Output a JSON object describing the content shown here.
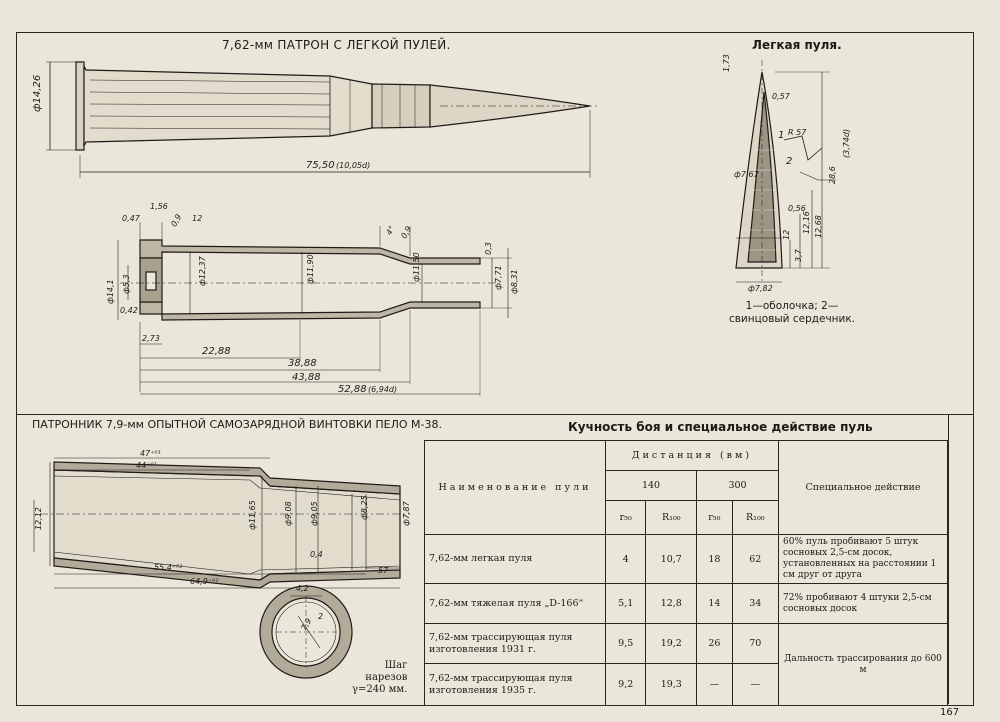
{
  "titles": {
    "cartridge": "7,62-мм ПАТРОН С ЛЕГКОЙ ПУЛЕЙ.",
    "light_bullet": "Легкая пуля.",
    "chamber": "ПАТРОННИК 7,9-мм ОПЫТНОЙ САМОЗАРЯДНОЙ ВИНТОВКИ ПЕЛО М-38.",
    "table": "Кучность боя и специальное действие пуль"
  },
  "bullet_legend": "1—оболочка; 2—свинцовый сердечник.",
  "pitch": {
    "line1": "Шаг",
    "line2": "нарезов",
    "line3": "γ=240 мм."
  },
  "page_number": "167",
  "cartridge_dims": {
    "d1426": "ф14,26",
    "l7550": "75,50",
    "l7550_note": "(10,05d)"
  },
  "case_dims": {
    "d156": "1,56",
    "d047": "0,47",
    "d09": "0,9",
    "d12": "12",
    "d4": "4°",
    "d09b": "0,9",
    "d1237": "ф12,37",
    "d1190": "ф11,90",
    "d1150": "ф11,50",
    "d771": "ф7,71",
    "d831": "ф8,31",
    "d03": "0,3",
    "d141": "ф14,1",
    "d53": "ф5,3",
    "d042": "0,42",
    "d273": "2,73",
    "l2288": "22,88",
    "l3888": "38,88",
    "l4388": "43,88",
    "l5288": "52,88",
    "l5288_note": "(6,94d)"
  },
  "bullet_dims": {
    "d173": "1,73",
    "d057": "0,57",
    "r57": "R 57",
    "n1": "1",
    "n2": "2",
    "d767": "ф7,67",
    "l286": "28,6",
    "l286_note": "(3,74d)",
    "d056": "0,56",
    "d1216": "12,16",
    "d1268": "12,68",
    "d12": "12",
    "d37": "3,7",
    "d782": "ф7,82"
  },
  "chamber_dims": {
    "l47": "47⁺⁰¹",
    "l44": "44⁺⁰¹",
    "d12": "12,12",
    "d1165": "ф11,65",
    "d908": "ф9,08",
    "d905": "ф9,05",
    "d825": "ф8,25",
    "d787": "ф7,87",
    "l04": "0,4",
    "l554": "55,4⁺⁰²",
    "l649": "64,9⁺⁰²",
    "l57": "57",
    "r42": "4,2",
    "r79": "7,9",
    "r2": "2"
  },
  "table": {
    "col_name": "Наименование пули",
    "col_distance": "Дистанция (вм)",
    "col_140": "140",
    "col_300": "300",
    "col_effect": "Специальное действие",
    "r50": "r₅₀",
    "R100": "R₁₀₀",
    "rows": [
      {
        "name": "7,62-мм легкая пуля",
        "v1": "4",
        "v2": "10,7",
        "v3": "18",
        "v4": "62"
      },
      {
        "name": "7,62-мм тяжелая пуля „D-166“",
        "v1": "5,1",
        "v2": "12,8",
        "v3": "14",
        "v4": "34"
      },
      {
        "name": "7,62-мм трассирующая пуля изготовления 1931 г.",
        "v1": "9,5",
        "v2": "19,2",
        "v3": "26",
        "v4": "70"
      },
      {
        "name": "7,62-мм трассирующая пуля изготовления 1935 г.",
        "v1": "9,2",
        "v2": "19,3",
        "v3": "—",
        "v4": "—"
      }
    ],
    "effect_1": "60% пуль пробивают 5 штук сосновых 2,5-см досок, установленных на расстоянии 1 см друг от друга",
    "effect_2": "72% пробивают 4 штуки 2,5-см сосновых досок",
    "effect_3": "Дальность трассирования до 600 м"
  }
}
